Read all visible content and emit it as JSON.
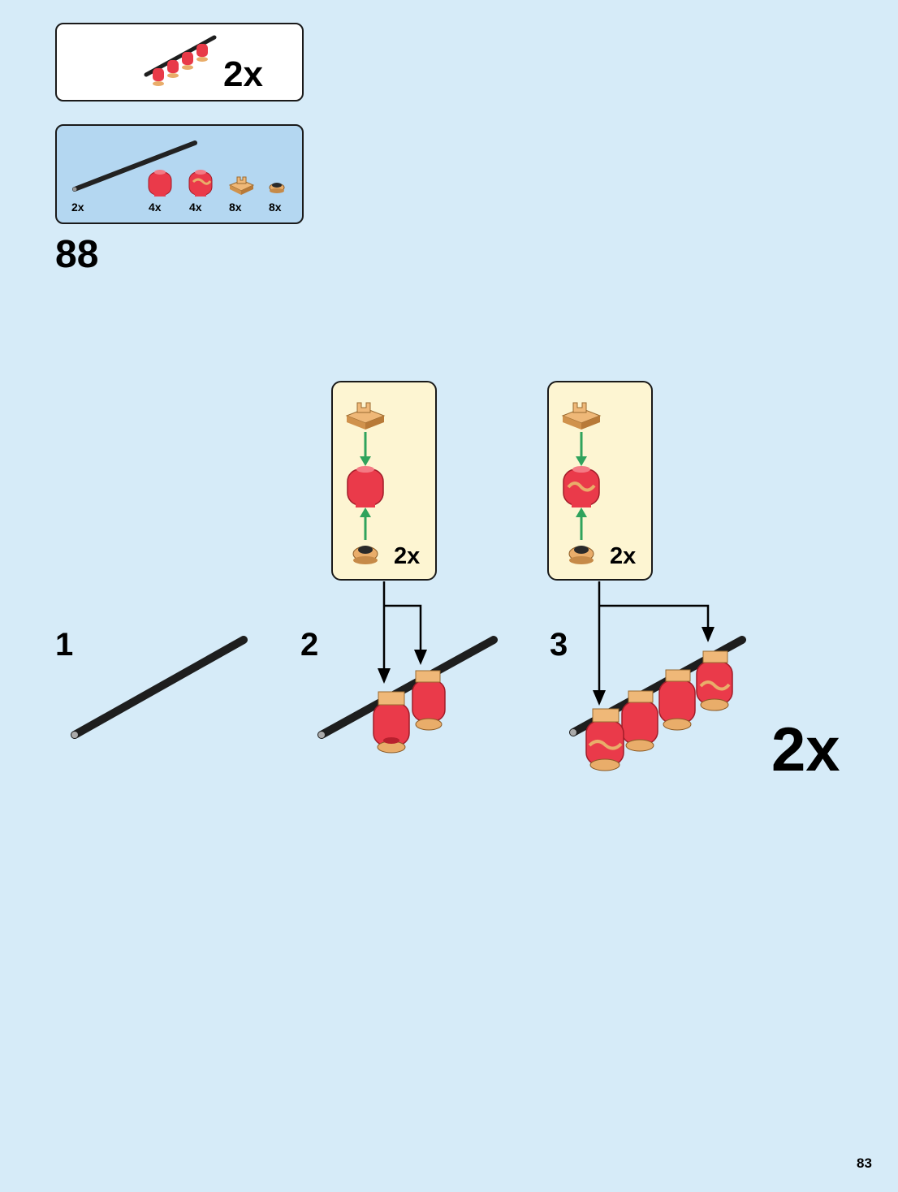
{
  "assembly": {
    "count": "2x"
  },
  "parts": [
    {
      "name": "black-bar",
      "count": "2x"
    },
    {
      "name": "red-lantern-plain",
      "count": "4x"
    },
    {
      "name": "red-lantern-printed",
      "count": "4x"
    },
    {
      "name": "clip-plate",
      "count": "8x"
    },
    {
      "name": "round-tile",
      "count": "8x"
    }
  ],
  "step": {
    "number": "88"
  },
  "substeps": [
    {
      "number": "1"
    },
    {
      "number": "2",
      "callout_count": "2x"
    },
    {
      "number": "3",
      "callout_count": "2x"
    }
  ],
  "final_count": "2x",
  "page_number": "83",
  "colors": {
    "background": "#d6ebf8",
    "parts_box": "#b4d7f1",
    "callout": "#fdf5d2",
    "bar": "#2a2a2a",
    "lantern": "#ea3a4a",
    "gold": "#e9ad6a",
    "arrow_green": "#2fa35c"
  }
}
